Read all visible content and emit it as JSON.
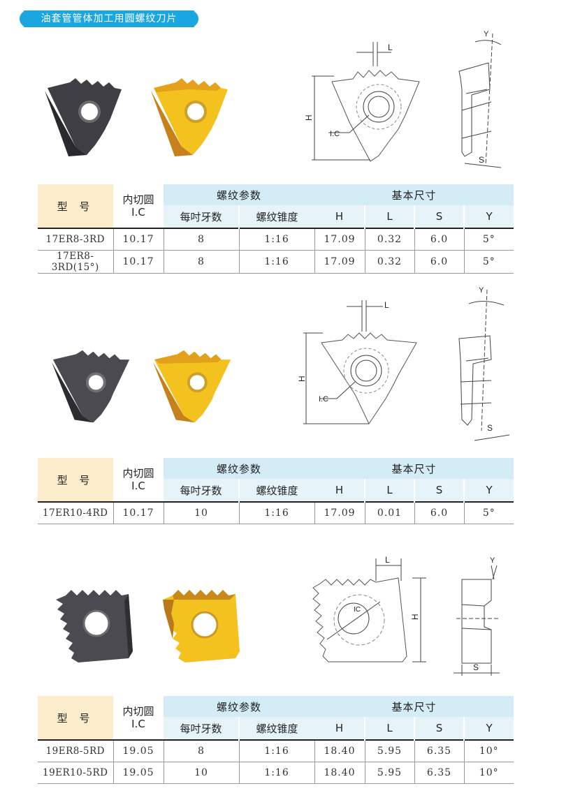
{
  "header": {
    "title": "油套管管体加工用圆螺纹刀片"
  },
  "colors": {
    "accent": "#1aa6df",
    "model_bg": "#fbeccc",
    "group_bg": "#d3ecf6",
    "sub_bg": "#e6f4fa",
    "insert_gray": "#4a4a4f",
    "insert_gold": "#f2b81f"
  },
  "table_headers": {
    "model": "型 号",
    "ic_line1": "内切圆",
    "ic_line2": "I.C",
    "thread_params": "螺纹参数",
    "tpi": "每吋牙数",
    "taper": "螺纹锥度",
    "basic_dims": "基本尺寸",
    "h": "H",
    "l": "L",
    "s": "S",
    "gamma": "Y"
  },
  "drawing_labels": {
    "l": "L",
    "h": "H",
    "ic": "I.C",
    "ic_alt": "IC",
    "s": "S",
    "gamma": "Y"
  },
  "sections": [
    {
      "rows": [
        {
          "model": "17ER8-3RD",
          "ic": "10.17",
          "tpi": "8",
          "taper": "1:16",
          "h": "17.09",
          "l": "0.32",
          "s": "6.0",
          "gamma": "5°"
        },
        {
          "model": "17ER8-3RD(15°)",
          "ic": "10.17",
          "tpi": "8",
          "taper": "1:16",
          "h": "17.09",
          "l": "0.32",
          "s": "6.0",
          "gamma": "5°"
        }
      ]
    },
    {
      "rows": [
        {
          "model": "17ER10-4RD",
          "ic": "10.17",
          "tpi": "10",
          "taper": "1:16",
          "h": "17.09",
          "l": "0.01",
          "s": "6.0",
          "gamma": "5°"
        }
      ]
    },
    {
      "rows": [
        {
          "model": "19ER8-5RD",
          "ic": "19.05",
          "tpi": "8",
          "taper": "1:16",
          "h": "18.40",
          "l": "5.95",
          "s": "6.35",
          "gamma": "10°"
        },
        {
          "model": "19ER10-5RD",
          "ic": "19.05",
          "tpi": "10",
          "taper": "1:16",
          "h": "18.40",
          "l": "5.95",
          "s": "6.35",
          "gamma": "10°"
        }
      ]
    }
  ]
}
